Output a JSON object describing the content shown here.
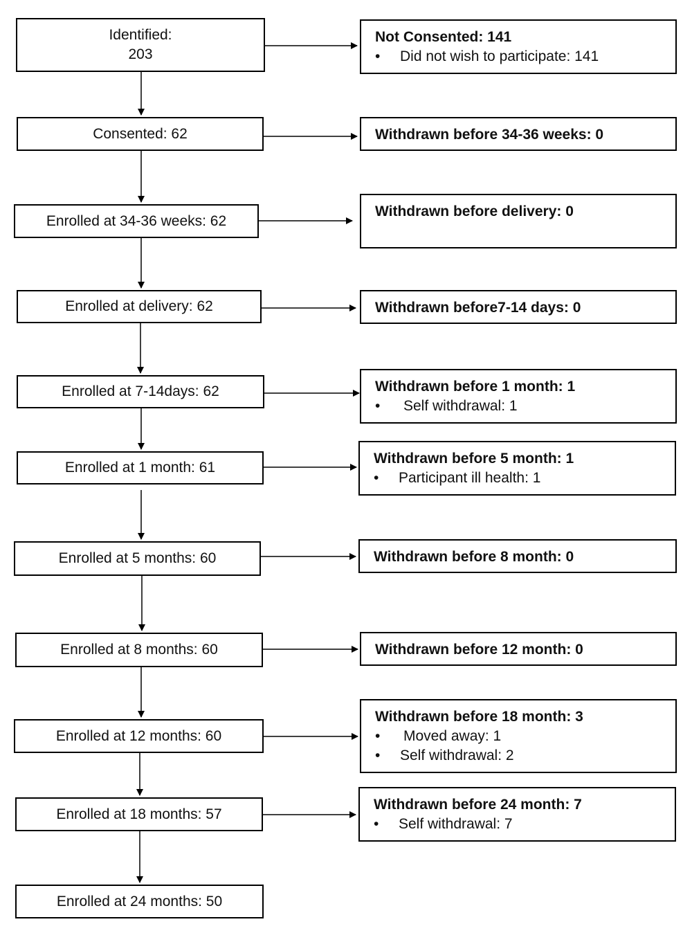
{
  "left_boxes": [
    {
      "line1": "Identified:",
      "line2": "203"
    },
    {
      "text": "Consented: 62"
    },
    {
      "text": "Enrolled at 34-36 weeks: 62"
    },
    {
      "text": "Enrolled at delivery: 62"
    },
    {
      "text": "Enrolled at 7-14days: 62"
    },
    {
      "text": "Enrolled at 1 month: 61"
    },
    {
      "text": "Enrolled at 5 months: 60"
    },
    {
      "text": "Enrolled at 8 months: 60"
    },
    {
      "text": "Enrolled at 12 months: 60"
    },
    {
      "text": "Enrolled at 18 months: 57"
    },
    {
      "text": "Enrolled at 24 months: 50"
    }
  ],
  "right_boxes": [
    {
      "title": "Not Consented: 141",
      "items": [
        "Did not wish to participate: 141"
      ]
    },
    {
      "title": "Withdrawn before 34-36 weeks: 0",
      "items": []
    },
    {
      "title": "Withdrawn before delivery: 0",
      "items": []
    },
    {
      "title": "Withdrawn before7-14 days: 0",
      "items": []
    },
    {
      "title": "Withdrawn before 1 month: 1",
      "items": [
        "Self withdrawal: 1"
      ]
    },
    {
      "title": "Withdrawn before 5 month: 1",
      "items": [
        "Participant ill health: 1"
      ]
    },
    {
      "title": "Withdrawn before 8 month: 0",
      "items": []
    },
    {
      "title": "Withdrawn before 12 month: 0",
      "items": []
    },
    {
      "title": "Withdrawn before 18 month: 3",
      "items": [
        "Moved away: 1",
        "Self withdrawal: 2"
      ]
    },
    {
      "title": "Withdrawn before 24 month: 7",
      "items": [
        "Self withdrawal: 7"
      ]
    }
  ],
  "bullet_char": "•"
}
